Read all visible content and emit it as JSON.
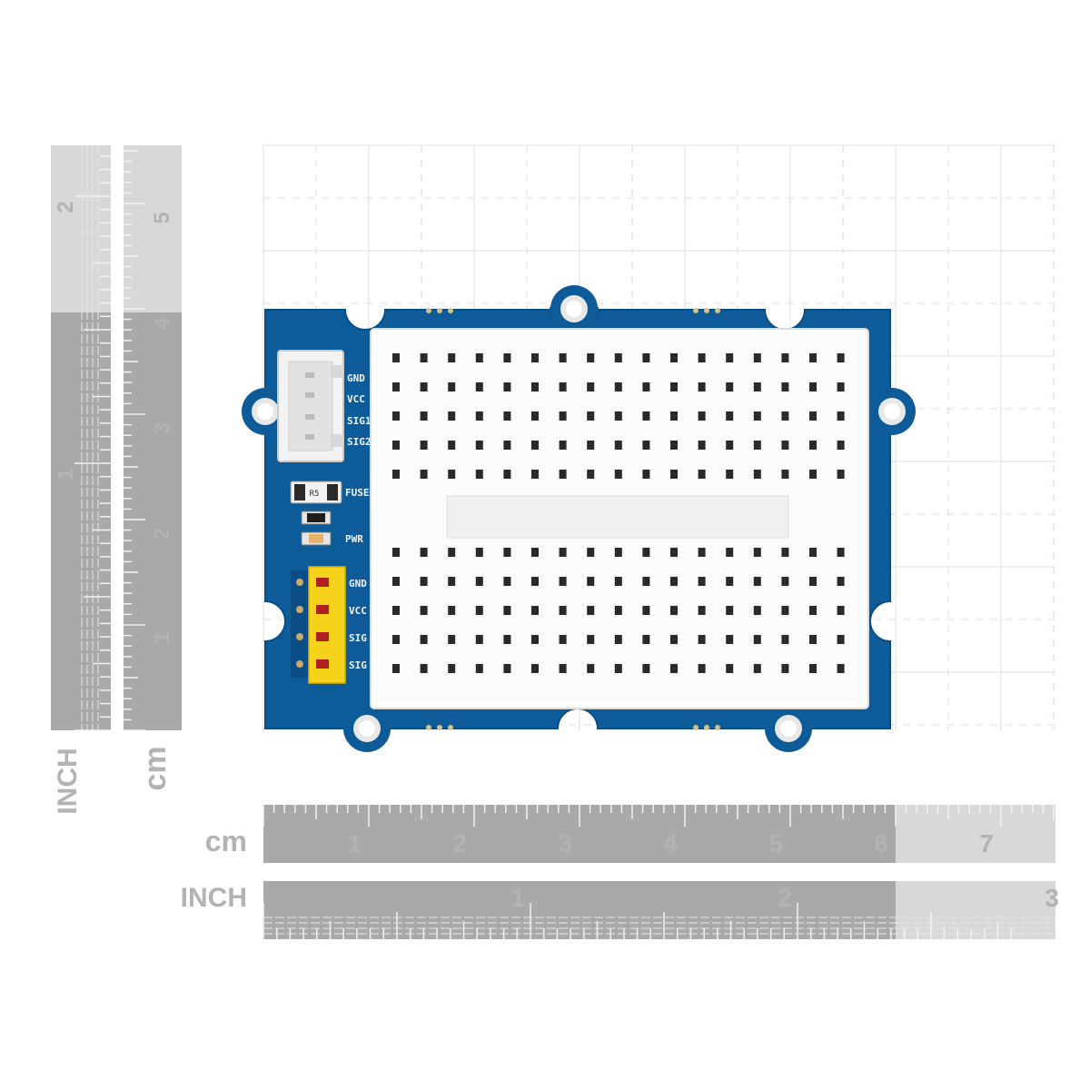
{
  "colors": {
    "pcb": "#0d5b99",
    "pcb_edge": "#0a4d85",
    "breadboard": "#ffffff",
    "hole": "#2a2a2a",
    "header": "#f6d21b",
    "grid": "#dcdcdc",
    "ruler_dark": "#a8a8a8",
    "ruler_light": "#d6d6d6",
    "ruler_text": "#b5b5b5"
  },
  "units": {
    "cm": "cm",
    "inch": "INCH"
  },
  "bottom_cm_ruler": {
    "numbers": [
      "1",
      "2",
      "3",
      "4",
      "5",
      "6",
      "7"
    ]
  },
  "bottom_inch_ruler": {
    "numbers": [
      "1",
      "2",
      "3"
    ]
  },
  "left_cm_ruler": {
    "numbers": [
      "5",
      "4",
      "3",
      "2",
      "1"
    ]
  },
  "left_inch_ruler": {
    "numbers": [
      "2",
      "1"
    ]
  },
  "board": {
    "grove_connector_pins": [
      "GND",
      "VCC",
      "SIG1",
      "SIG2"
    ],
    "header_pins": [
      "GND",
      "VCC",
      "SIG",
      "SIG"
    ],
    "fuse_label": "FUSE",
    "pwr_label": "PWR",
    "resistor_marking": "R5",
    "breadboard_columns": 17,
    "breadboard_rows_per_half": 5
  }
}
